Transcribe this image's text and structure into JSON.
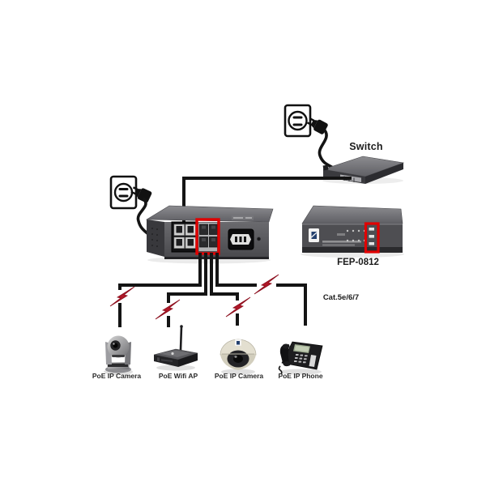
{
  "diagram": {
    "uplink": {
      "switch_label": "Switch"
    },
    "poe_switch": {
      "model_label": "FEP-0812",
      "uplink_ports": 4,
      "highlighted_poe_ports": 4
    },
    "cabling": {
      "type_label": "Cat.5e/6/7",
      "powered_lines": 4
    },
    "endpoints": [
      {
        "label": "PoE IP Camera"
      },
      {
        "label": "PoE Wifi AP"
      },
      {
        "label": "PoE IP Camera"
      },
      {
        "label": "PoE IP Phone"
      }
    ],
    "connections": [
      {
        "from": "wall-outlet-top",
        "to": "switch",
        "type": "power-cord"
      },
      {
        "from": "switch",
        "to": "poe-switch-uplink-port",
        "type": "ethernet"
      },
      {
        "from": "wall-outlet-left",
        "to": "poe-switch-power-inlet",
        "type": "power-cord"
      },
      {
        "from": "poe-switch-port-1",
        "to": "PoE IP Camera",
        "type": "cat5e-6-7-with-power"
      },
      {
        "from": "poe-switch-port-2",
        "to": "PoE Wifi AP",
        "type": "cat5e-6-7-with-power"
      },
      {
        "from": "poe-switch-port-3",
        "to": "PoE IP Camera",
        "type": "cat5e-6-7-with-power"
      },
      {
        "from": "poe-switch-port-4",
        "to": "PoE IP Phone",
        "type": "cat5e-6-7-with-power"
      }
    ],
    "icons": {
      "wall-outlet": "rounded rect + circle with two slots",
      "power-plug": "black plug with two prongs",
      "lightning-bolt": "red zigzag bolt"
    },
    "colors": {
      "highlight_box": "#e00000",
      "lightning_bolt": "#b01828",
      "cable": "#141414",
      "background": "#ffffff"
    }
  }
}
